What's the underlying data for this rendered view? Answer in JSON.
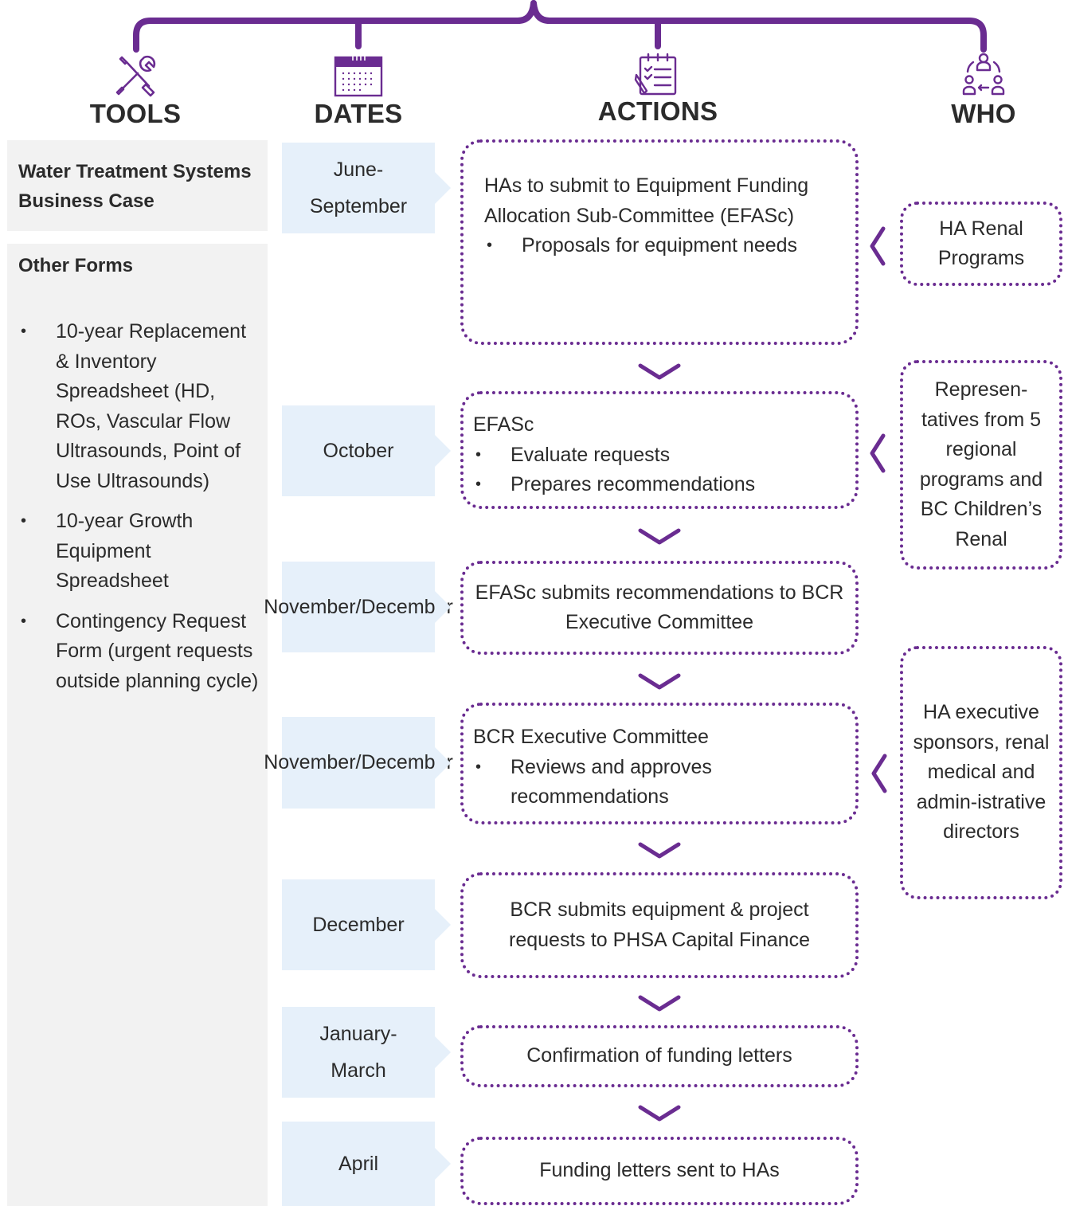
{
  "headers": {
    "tools": "TOOLS",
    "dates": "DATES",
    "actions": "ACTIONS",
    "who": "WHO"
  },
  "icons": {
    "tools": "wrench-screwdriver-icon",
    "dates": "calendar-icon",
    "actions": "checklist-icon",
    "who": "people-cycle-icon"
  },
  "accent_color": "#6a2c91",
  "date_fill_color": "#e6f0fa",
  "tools_fill_color": "#f2f2f2",
  "tools": {
    "business_case": "Water Treatment Systems Business Case",
    "other_forms_title": "Other Forms",
    "other_forms": [
      "10-year Replacement & Inventory Spreadsheet (HD, ROs, Vascular Flow Ultrasounds, Point of Use Ultrasounds)",
      "10-year Growth Equipment Spreadsheet",
      "Contingency Request Form (urgent requests outside planning cycle)"
    ]
  },
  "dates": [
    "June-September",
    "October",
    "November/December",
    "November/December",
    "December",
    "January-March",
    "April"
  ],
  "actions": [
    {
      "text": "HAs to submit to Equipment Funding Allocation Sub-Committee (EFASc)",
      "bullets": [
        "Proposals for equipment needs"
      ]
    },
    {
      "text": "EFASc",
      "bullets": [
        "Evaluate requests",
        "Prepares recommendations"
      ]
    },
    {
      "text": "EFASc submits recommendations to BCR Executive Committee",
      "bullets": []
    },
    {
      "text": "BCR Executive Committee",
      "bullets": [
        "Reviews and approves recommendations"
      ]
    },
    {
      "text": "BCR submits equipment & project requests to PHSA Capital Finance",
      "bullets": []
    },
    {
      "text": "Confirmation of funding letters",
      "bullets": []
    },
    {
      "text": "Funding letters sent to HAs",
      "bullets": []
    }
  ],
  "who": [
    "HA Renal Programs",
    "Represen-tatives from 5 regional programs and BC Children’s Renal",
    "HA executive sponsors, renal medical and admin-istrative directors"
  ]
}
